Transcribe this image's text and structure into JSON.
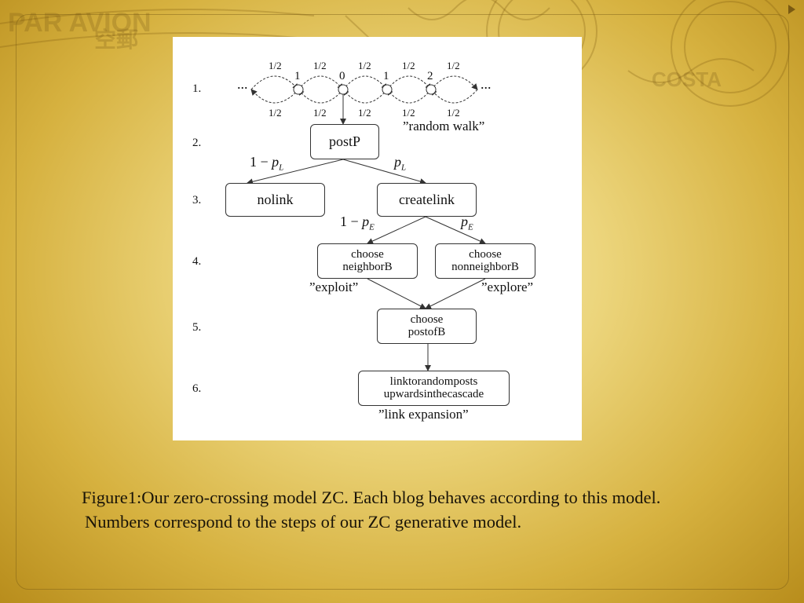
{
  "diagram": {
    "steps": [
      "1.",
      "2.",
      "3.",
      "4.",
      "5.",
      "6."
    ],
    "walk": {
      "top_probs": [
        "1/2",
        "1/2",
        "1/2",
        "1/2",
        "1/2"
      ],
      "bottom_probs": [
        "1/2",
        "1/2",
        "1/2",
        "1/2",
        "1/2"
      ],
      "state_labels": [
        "1",
        "0",
        "1",
        "2"
      ],
      "ellipsis_left": "...",
      "ellipsis_right": "...",
      "annotation": "”random walk”"
    },
    "nodes": {
      "postp": "postP",
      "nolink": "nolink",
      "createlink": "createlink",
      "choose_neighbor": [
        "choose",
        "neighborB"
      ],
      "choose_nonneighbor": [
        "choose",
        "nonneighborB"
      ],
      "choose_post": [
        "choose",
        "postofB"
      ],
      "link_random": [
        "linktorandomposts",
        "upwardsinthecascade"
      ]
    },
    "edge_labels": {
      "left_pl_prefix": "1 − ",
      "p": "p",
      "sub_l": "L",
      "sub_e": "E",
      "left_pe_prefix": "1 − "
    },
    "annotations": {
      "exploit": "”exploit”",
      "explore": "”explore”",
      "link_expansion": "”link expansion”"
    }
  },
  "caption": {
    "line1": "Figure1:Our zero-crossing model ZC. Each blog behaves according to this model.",
    "line2": "Numbers correspond to the steps of our ZC generative model."
  }
}
